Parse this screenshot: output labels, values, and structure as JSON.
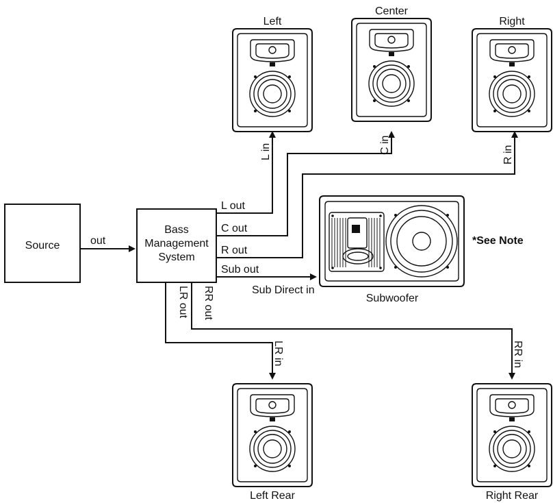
{
  "source": {
    "label": "Source",
    "out_label": "out"
  },
  "bass_management": {
    "line1": "Bass",
    "line2": "Management",
    "line3": "System"
  },
  "outputs": {
    "l_out": "L out",
    "c_out": "C out",
    "r_out": "R out",
    "sub_out": "Sub out",
    "lr_out": "LR out",
    "rr_out": "RR out"
  },
  "inputs": {
    "l_in": "L in",
    "c_in": "C in",
    "r_in": "R in",
    "sub_direct_in": "Sub Direct in",
    "lr_in": "LR in",
    "rr_in": "RR in"
  },
  "speakers": {
    "left": "Left",
    "center": "Center",
    "right": "Right",
    "subwoofer": "Subwoofer",
    "left_rear": "Left Rear",
    "right_rear": "Right Rear"
  },
  "note": "*See Note"
}
